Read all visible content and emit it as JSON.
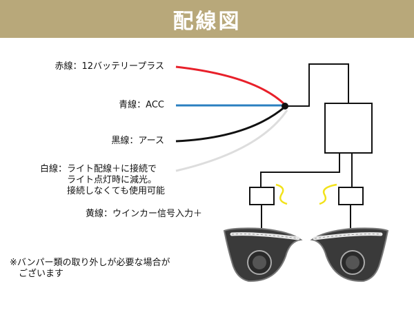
{
  "header": {
    "title": "配線図"
  },
  "wires": {
    "red": {
      "label": "赤線：12バッテリープラス",
      "color": "#e8202a"
    },
    "blue": {
      "label": "青線：ACC",
      "color": "#2a7fc0"
    },
    "black": {
      "label": "黒線：アース",
      "color": "#111111"
    },
    "white": {
      "label": "白線：ライト配線＋に接続で\n　　　ライト点灯時に減光。\n　　　接続しなくても使用可能",
      "color": "#dddddd"
    },
    "yellow": {
      "label": "黄線：ウインカー信号入力＋",
      "color": "#f2e21a"
    }
  },
  "note": "※バンパー類の取り外しが必要な場合が\n　ございます"
}
